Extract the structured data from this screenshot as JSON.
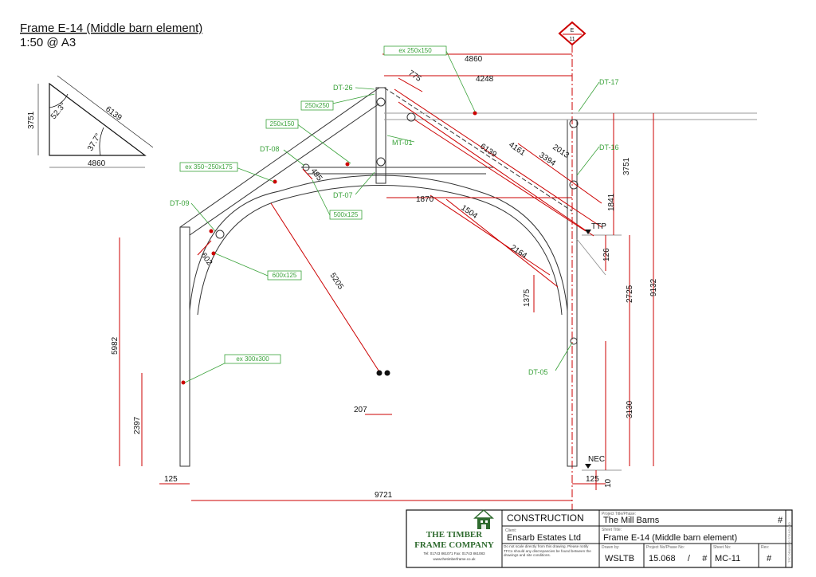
{
  "header": {
    "title": "Frame E-14 (Middle barn element)",
    "scale": "1:50 @ A3"
  },
  "section_marker": {
    "letter": "E",
    "number": "11"
  },
  "triangle": {
    "hyp": "6139",
    "height": "3751",
    "base": "4860",
    "angle_top": "52.3°",
    "angle_bottom": "37.7°"
  },
  "dims": {
    "top_4860": "4860",
    "d_4248": "4248",
    "d_775": "775",
    "d_6139": "6139",
    "d_4161": "4161",
    "d_3394": "3394",
    "d_2013": "2013",
    "d_3751": "3751",
    "d_1841": "1841",
    "d_1870": "1870",
    "d_1504": "1504",
    "d_2164": "2164",
    "d_126": "126",
    "d_2725": "2725",
    "d_9132": "9132",
    "d_1375": "1375",
    "d_495": "495",
    "d_602": "602",
    "d_5205": "5205",
    "d_5982": "5982",
    "d_2397": "2397",
    "d_207": "207",
    "d_3130": "3130",
    "d_125_left": "125",
    "d_125_right": "125",
    "d_9721": "9721",
    "d_10": "10"
  },
  "level_marks": {
    "ttp": "TTP",
    "nec": "NEC"
  },
  "details": {
    "dt26": "DT-26",
    "dt17": "DT-17",
    "mt01": "MT-01",
    "dt16": "DT-16",
    "dt08": "DT-08",
    "dt07": "DT-07",
    "dt09": "DT-09",
    "dt05": "DT-05"
  },
  "sections": {
    "s_ex250x150": "ex 250x150",
    "s_250x250": "250x250",
    "s_250x150": "250x150",
    "s_ex350": "ex 350~250x175",
    "s_500x125": "500x125",
    "s_600x125": "600x125",
    "s_ex300x300": "ex 300x300"
  },
  "title_block": {
    "company_line1": "THE TIMBER",
    "company_line2": "FRAME COMPANY",
    "contact": "Tel: 01743 861071      Fax: 01743 861083",
    "web": "www.thetimberframe.co.uk",
    "status": "CONSTRUCTION",
    "client_label": "Client:",
    "client": "Ensarb Estates Ltd",
    "note": "Do not scale directly from this drawing. Please notify TFCo should any discrepancies be found between the drawings and site conditions.",
    "project_label": "Project Title/Phase:",
    "project": "The Mill Barns",
    "project_hash": "#",
    "sheet_title_label": "Sheet Title:",
    "sheet_title": "Frame E-14 (Middle barn element)",
    "drawn_label": "Drawn by:",
    "drawn": "WSLTB",
    "projno_label": "Project No/Phase No:",
    "projno": "15.068     /     #",
    "sheetno_label": "Sheet No:",
    "sheetno": "MC-11",
    "rev_label": "Rev:",
    "rev": "#",
    "side_text": "TFC DRAWING STANDARD"
  }
}
